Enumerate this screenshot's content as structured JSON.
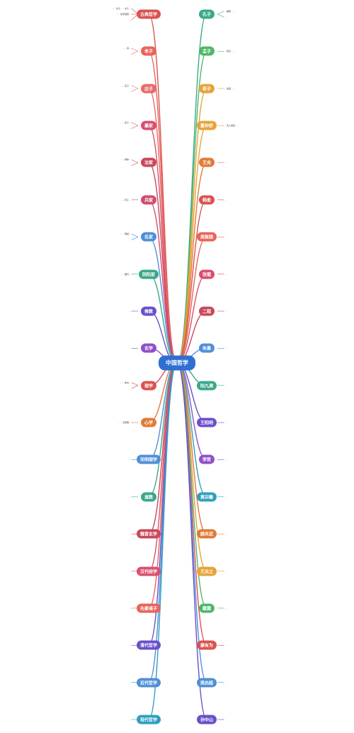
{
  "center": "中国哲学",
  "left_branches": [
    {
      "label": "古典哲学",
      "color": "#d9534f",
      "notes": [
        "……文子……文子……",
        "……哲学思想……",
        "……"
      ]
    },
    {
      "label": "老子",
      "color": "#e8645a",
      "notes": [
        "……道……",
        "……"
      ]
    },
    {
      "label": "庄子",
      "color": "#e86a6a",
      "notes": [
        "……庄子……",
        "……"
      ]
    },
    {
      "label": "墨家",
      "color": "#d94f6f",
      "notes": [
        "……墨子……",
        "……"
      ]
    },
    {
      "label": "法家",
      "color": "#c9485b",
      "notes": [
        "……韩非……",
        "……"
      ]
    },
    {
      "label": "兵家",
      "color": "#cf4d6f",
      "notes": [
        "……孙子……"
      ]
    },
    {
      "label": "名家",
      "color": "#4f8fd9",
      "notes": [
        "……惠施……",
        "……"
      ]
    },
    {
      "label": "阴阳家",
      "color": "#3aa88a",
      "notes": [
        "……邹衍……"
      ]
    },
    {
      "label": "佛教",
      "color": "#6a4fc9",
      "notes": [
        "……"
      ]
    },
    {
      "label": "玄学",
      "color": "#8f4fc9",
      "notes": [
        "……"
      ]
    },
    {
      "label": "理学",
      "color": "#d9534f",
      "notes": [
        "……朱熹……",
        "……"
      ]
    },
    {
      "label": "心学",
      "color": "#e07b39",
      "notes": [
        "……王阳明……"
      ]
    },
    {
      "label": "宋明理学",
      "color": "#4f8fd9",
      "notes": [
        "……"
      ]
    },
    {
      "label": "道教",
      "color": "#3aa88a",
      "notes": [
        "……"
      ]
    },
    {
      "label": "魏晋玄学",
      "color": "#c9485b",
      "notes": [
        "……"
      ]
    },
    {
      "label": "汉代经学",
      "color": "#d94f6f",
      "notes": [
        "……"
      ]
    },
    {
      "label": "先秦诸子",
      "color": "#e8645a",
      "notes": [
        "……"
      ]
    },
    {
      "label": "清代哲学",
      "color": "#6a4fc9",
      "notes": [
        "……"
      ]
    },
    {
      "label": "近代哲学",
      "color": "#4f8fd9",
      "notes": [
        "……"
      ]
    },
    {
      "label": "现代哲学",
      "color": "#2f9fbf",
      "notes": [
        "……"
      ]
    }
  ],
  "right_branches": [
    {
      "label": "孔子",
      "color": "#3aa88a",
      "notes": [
        "……儒家……",
        "……"
      ]
    },
    {
      "label": "孟子",
      "color": "#4fb86a",
      "notes": [
        "……性善……"
      ]
    },
    {
      "label": "荀子",
      "color": "#e8a33a",
      "notes": [
        "……性恶……"
      ]
    },
    {
      "label": "董仲舒",
      "color": "#e8a33a",
      "notes": [
        "……天人感应……"
      ]
    },
    {
      "label": "王充",
      "color": "#e07b39",
      "notes": [
        "……"
      ]
    },
    {
      "label": "韩愈",
      "color": "#d9534f",
      "notes": [
        "……"
      ]
    },
    {
      "label": "周敦颐",
      "color": "#e8645a",
      "notes": [
        "……"
      ]
    },
    {
      "label": "张载",
      "color": "#d94f6f",
      "notes": [
        "……"
      ]
    },
    {
      "label": "二程",
      "color": "#c9485b",
      "notes": [
        "……"
      ]
    },
    {
      "label": "朱熹",
      "color": "#4f8fd9",
      "notes": [
        "……"
      ]
    },
    {
      "label": "陆九渊",
      "color": "#3aa88a",
      "notes": [
        "……"
      ]
    },
    {
      "label": "王阳明",
      "color": "#6a4fc9",
      "notes": [
        "……"
      ]
    },
    {
      "label": "李贽",
      "color": "#8f4fc9",
      "notes": [
        "……"
      ]
    },
    {
      "label": "黄宗羲",
      "color": "#2f9fbf",
      "notes": [
        "……"
      ]
    },
    {
      "label": "顾炎武",
      "color": "#e07b39",
      "notes": [
        "……"
      ]
    },
    {
      "label": "王夫之",
      "color": "#e8a33a",
      "notes": [
        "……"
      ]
    },
    {
      "label": "戴震",
      "color": "#4fb86a",
      "notes": [
        "……"
      ]
    },
    {
      "label": "康有为",
      "color": "#d9534f",
      "notes": [
        "……"
      ]
    },
    {
      "label": "梁启超",
      "color": "#4f8fd9",
      "notes": [
        "……"
      ]
    },
    {
      "label": "孙中山",
      "color": "#6a4fc9",
      "notes": [
        "……"
      ]
    }
  ]
}
